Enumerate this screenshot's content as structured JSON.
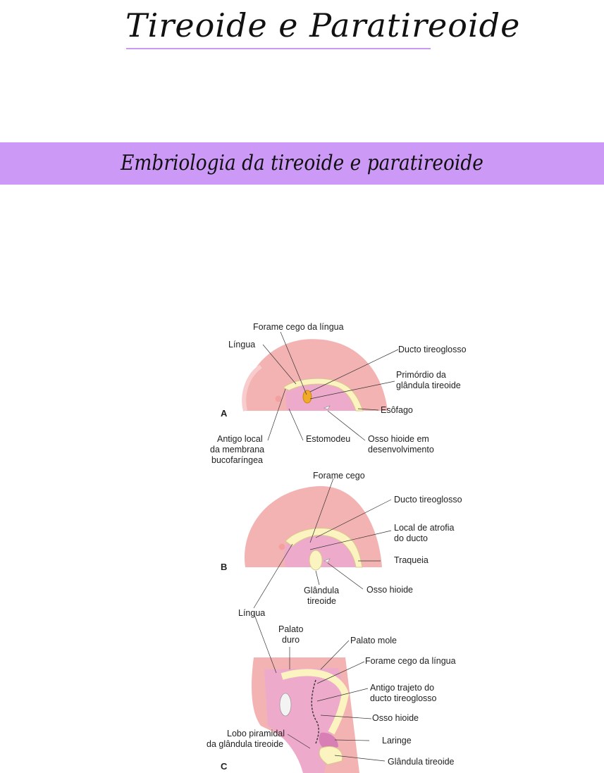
{
  "document": {
    "title": "Tireoide e Paratireoide",
    "section_heading": "Embriologia da tireoide e paratireoide",
    "colors": {
      "accent": "#cc99f7",
      "underline": "#c89af0"
    }
  },
  "figure": {
    "panel_a": {
      "letter": "A",
      "labels": {
        "forame_cego": "Forame cego da língua",
        "lingua": "Língua",
        "ducto": "Ducto tireoglosso",
        "primordio_1": "Primórdio da",
        "primordio_2": "glândula tireoide",
        "esofago": "Esôfago",
        "antigo_1": "Antigo local",
        "antigo_2": "da membrana",
        "antigo_3": "bucofaríngea",
        "estomodeu": "Estomodeu",
        "osso_1": "Osso hioide em",
        "osso_2": "desenvolvimento"
      }
    },
    "panel_b": {
      "letter": "B",
      "labels": {
        "forame_cego": "Forame cego",
        "ducto": "Ducto tireoglosso",
        "atrofia_1": "Local de atrofia",
        "atrofia_2": "do ducto",
        "traqueia": "Traqueia",
        "glandula_1": "Glândula",
        "glandula_2": "tireoide",
        "osso": "Osso hioide",
        "lingua": "Língua"
      }
    },
    "panel_c": {
      "letter": "C",
      "labels": {
        "palato_duro_1": "Palato",
        "palato_duro_2": "duro",
        "palato_mole": "Palato mole",
        "forame_cego": "Forame cego da língua",
        "trajeto_1": "Antigo trajeto do",
        "trajeto_2": "ducto tireoglosso",
        "osso": "Osso hioide",
        "lobo_1": "Lobo piramidal",
        "lobo_2": "da glândula tireoide",
        "laringe": "Laringe",
        "glandula": "Glândula tireoide"
      }
    }
  }
}
